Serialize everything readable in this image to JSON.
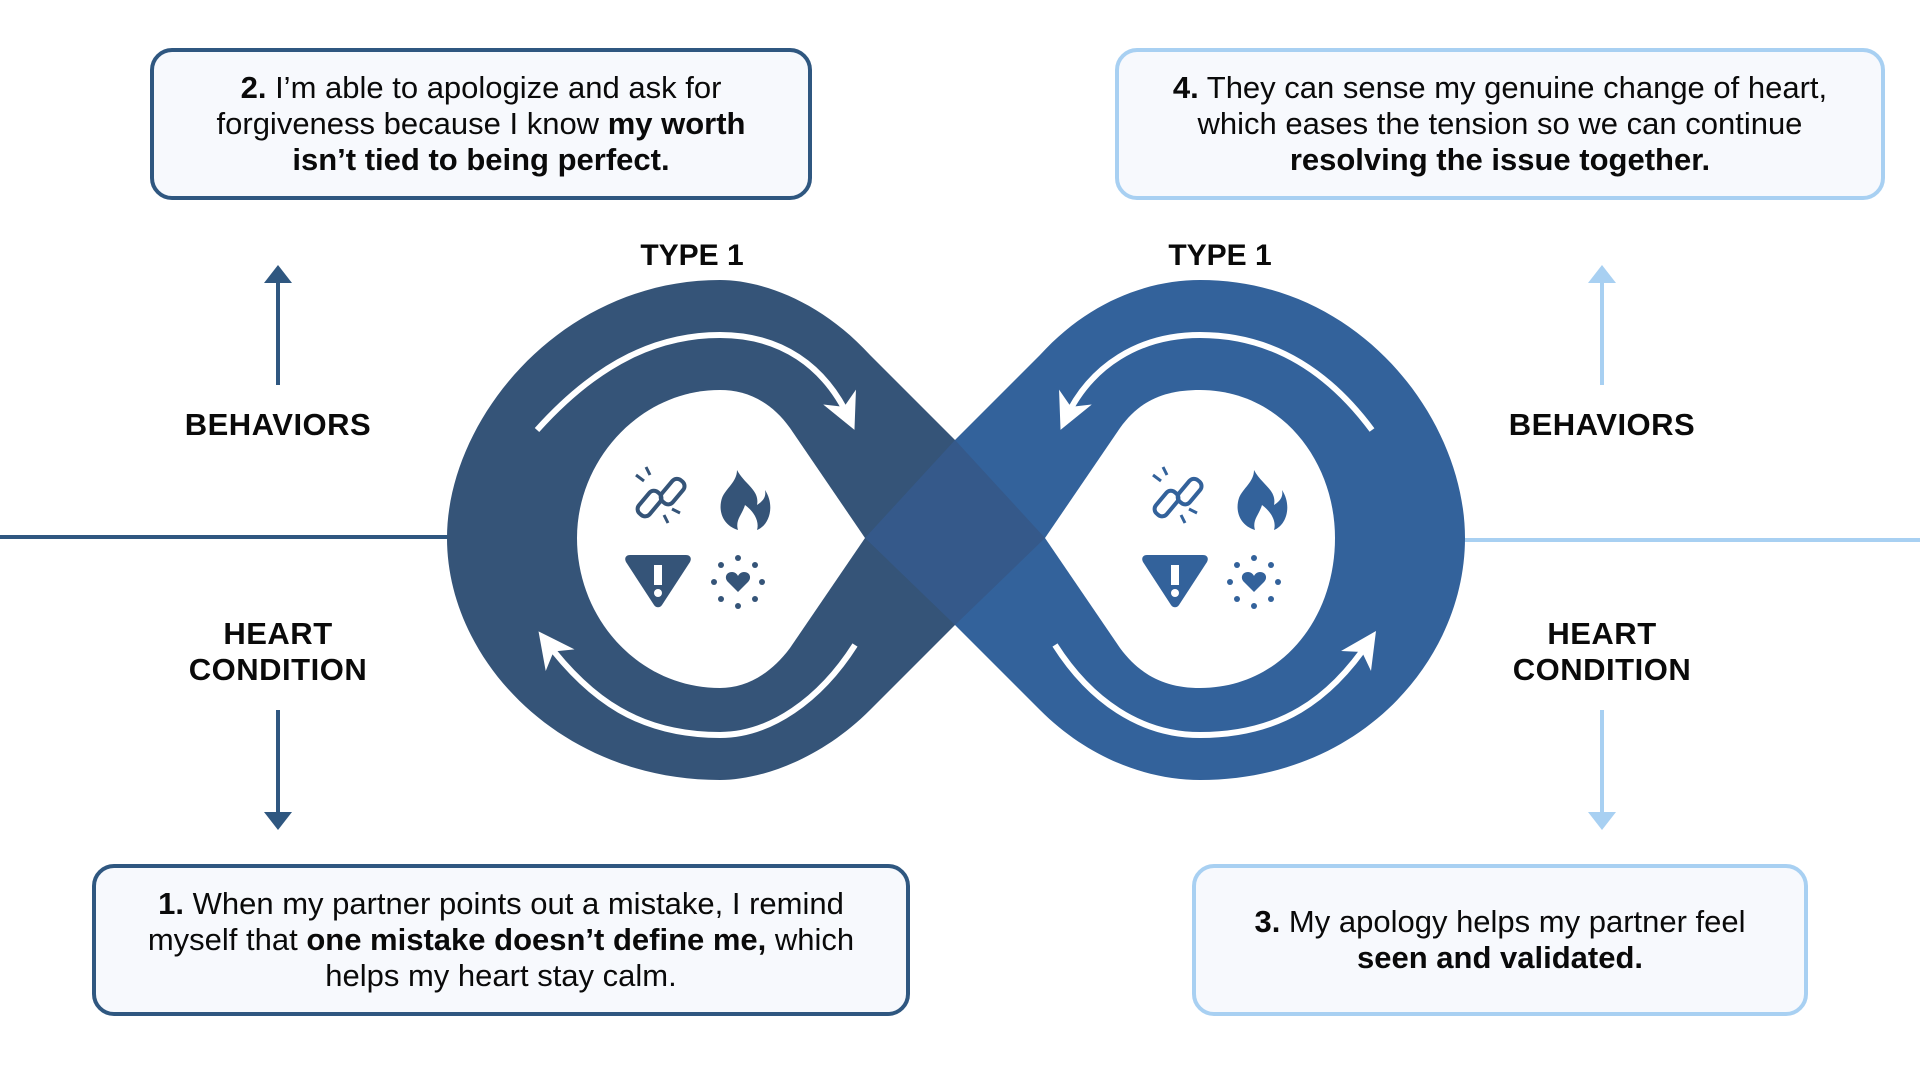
{
  "colors": {
    "left_loop": "#355478",
    "right_loop": "#33629b",
    "dark_accent": "#2f5780",
    "light_accent": "#a8d0f2",
    "card_bg": "#f7f9fd",
    "text": "#0a0a0a"
  },
  "loops": [
    {
      "label": "TYPE 1",
      "icons": [
        "broken-link",
        "flame",
        "warning-triangle",
        "radiant-heart"
      ]
    },
    {
      "label": "TYPE 1",
      "icons": [
        "broken-link",
        "flame",
        "warning-triangle",
        "radiant-heart"
      ]
    }
  ],
  "side_labels": {
    "left": {
      "behaviors": "BEHAVIORS",
      "heart_line1": "HEART",
      "heart_line2": "CONDITION"
    },
    "right": {
      "behaviors": "BEHAVIORS",
      "heart_line1": "HEART",
      "heart_line2": "CONDITION"
    }
  },
  "cards": {
    "step1": {
      "number": "1.",
      "text_a": " When my partner points out a mistake, I remind myself that ",
      "bold_a": "one mistake doesn’t define me,",
      "text_b": " which helps my heart stay calm."
    },
    "step2": {
      "number": "2.",
      "text_a": " I’m able to apologize and ask for forgiveness because I know ",
      "bold_a": "my worth isn’t tied to being perfect.",
      "text_b": ""
    },
    "step3": {
      "number": "3.",
      "text_a": " My apology helps my partner feel ",
      "bold_a": "seen and validated.",
      "text_b": ""
    },
    "step4": {
      "number": "4.",
      "text_a": " They can sense my genuine change of heart, which eases the tension so we can continue ",
      "bold_a": "resolving the issue together.",
      "text_b": ""
    }
  }
}
